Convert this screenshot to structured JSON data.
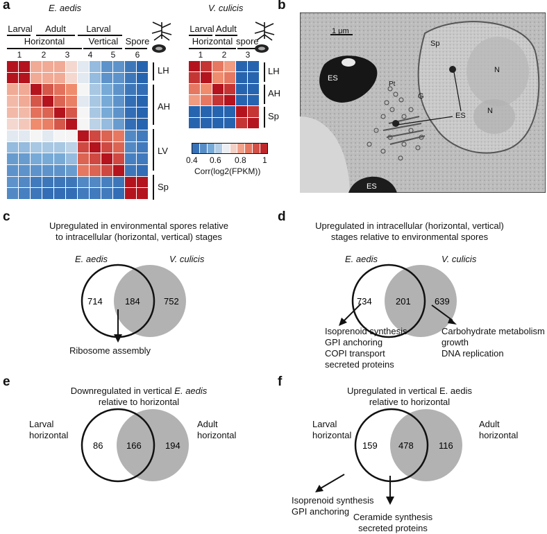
{
  "panel_labels": {
    "a": "a",
    "b": "b",
    "c": "c",
    "d": "d",
    "e": "e",
    "f": "f"
  },
  "panel_a": {
    "left": {
      "title": "E. aedis",
      "top_groups": [
        "Larval",
        "Adult",
        "Larval"
      ],
      "mid_groups": [
        "Horizontal",
        "Vertical",
        "Spore"
      ],
      "columns": [
        "1",
        "2",
        "3",
        "4",
        "5",
        "6"
      ],
      "row_groups": [
        "LH",
        "AH",
        "LV",
        "Sp"
      ],
      "matrix": [
        [
          1,
          1,
          0.78,
          0.78,
          0.78,
          0.72,
          0.66,
          0.58,
          0.5,
          0.5,
          0.44,
          0.4
        ],
        [
          1,
          1,
          0.78,
          0.78,
          0.78,
          0.72,
          0.66,
          0.58,
          0.5,
          0.5,
          0.44,
          0.4
        ],
        [
          0.78,
          0.78,
          1,
          0.9,
          0.86,
          0.82,
          0.68,
          0.6,
          0.55,
          0.5,
          0.44,
          0.42
        ],
        [
          0.76,
          0.78,
          0.9,
          1,
          0.88,
          0.84,
          0.66,
          0.6,
          0.55,
          0.5,
          0.42,
          0.4
        ],
        [
          0.76,
          0.76,
          0.86,
          0.88,
          1,
          0.9,
          0.68,
          0.6,
          0.55,
          0.5,
          0.42,
          0.4
        ],
        [
          0.72,
          0.74,
          0.82,
          0.84,
          0.9,
          1,
          0.68,
          0.62,
          0.58,
          0.52,
          0.42,
          0.4
        ],
        [
          0.66,
          0.66,
          0.68,
          0.66,
          0.68,
          0.68,
          1,
          0.92,
          0.88,
          0.85,
          0.48,
          0.45
        ],
        [
          0.58,
          0.58,
          0.6,
          0.6,
          0.6,
          0.62,
          0.92,
          1,
          0.92,
          0.88,
          0.48,
          0.45
        ],
        [
          0.52,
          0.52,
          0.55,
          0.55,
          0.55,
          0.58,
          0.88,
          0.92,
          1,
          0.92,
          0.46,
          0.45
        ],
        [
          0.5,
          0.5,
          0.5,
          0.5,
          0.5,
          0.52,
          0.85,
          0.88,
          0.92,
          1,
          0.44,
          0.42
        ],
        [
          0.5,
          0.48,
          0.45,
          0.44,
          0.44,
          0.44,
          0.48,
          0.48,
          0.46,
          0.44,
          1,
          1
        ],
        [
          0.48,
          0.46,
          0.44,
          0.42,
          0.42,
          0.42,
          0.45,
          0.45,
          0.45,
          0.42,
          1,
          1
        ]
      ]
    },
    "right": {
      "title": "V. culicis",
      "top_groups": [
        "Larval",
        "Adult"
      ],
      "mid_groups": [
        "Horizontal",
        "spore"
      ],
      "columns": [
        "1",
        "2",
        "3"
      ],
      "row_groups": [
        "LH",
        "AH",
        "Sp"
      ],
      "matrix": [
        [
          1,
          0.95,
          0.85,
          0.8,
          0.4,
          0.4
        ],
        [
          0.95,
          1,
          0.82,
          0.85,
          0.4,
          0.4
        ],
        [
          0.85,
          0.82,
          1,
          0.95,
          0.4,
          0.4
        ],
        [
          0.8,
          0.85,
          0.95,
          1,
          0.4,
          0.4
        ],
        [
          0.4,
          0.4,
          0.4,
          0.4,
          1,
          0.95
        ],
        [
          0.4,
          0.4,
          0.4,
          0.4,
          0.95,
          1
        ]
      ]
    },
    "colorbar": {
      "ticks": [
        "0.4",
        "0.6",
        "0.8",
        "1"
      ],
      "label": "Corr(log2(FPKM))"
    }
  },
  "panel_b": {
    "scale_bar": "1 μm",
    "labels": [
      "ES",
      "Sp",
      "N",
      "N",
      "Pt",
      "G",
      "ES",
      "ES"
    ]
  },
  "venns": {
    "c": {
      "title_l1": "Upregulated in environmental spores relative",
      "title_l2": "to intracellular (horizontal, vertical) stages",
      "left_name": "E. aedis",
      "right_name": "V. culicis",
      "left_only": "714",
      "overlap": "184",
      "right_only": "752",
      "term": "Ribosome assembly"
    },
    "d": {
      "title_l1": "Upregulated in intracellular (horizontal, vertical)",
      "title_l2": "stages relative to environmental spores",
      "left_name": "E. aedis",
      "right_name": "V. culicis",
      "left_only": "734",
      "overlap": "201",
      "right_only": "639",
      "left_terms": [
        "Isoprenoid synthesis",
        "GPI anchoring",
        "COPI transport",
        "secreted proteins"
      ],
      "right_terms": [
        "Carbohydrate metabolism",
        "growth",
        "DNA replication"
      ]
    },
    "e": {
      "title_l1_pre": "Downregulated in vertical ",
      "title_l1_it": "E. aedis",
      "title_l2": "relative to horizontal",
      "left_name_l1": "Larval",
      "left_name_l2": "horizontal",
      "right_name_l1": "Adult",
      "right_name_l2": "horizontal",
      "left_only": "86",
      "overlap": "166",
      "right_only": "194"
    },
    "f": {
      "title_l1": "Upregulated in vertical E. aedis",
      "title_l2": "relative to horizontal",
      "left_name_l1": "Larval",
      "left_name_l2": "horizontal",
      "right_name_l1": "Adult",
      "right_name_l2": "horizontal",
      "left_only": "159",
      "overlap": "478",
      "right_only": "116",
      "left_terms": [
        "Isoprenoid synthesis",
        "GPI anchoring"
      ],
      "bottom_terms": [
        "Ceramide synthesis",
        "secreted proteins"
      ]
    }
  }
}
